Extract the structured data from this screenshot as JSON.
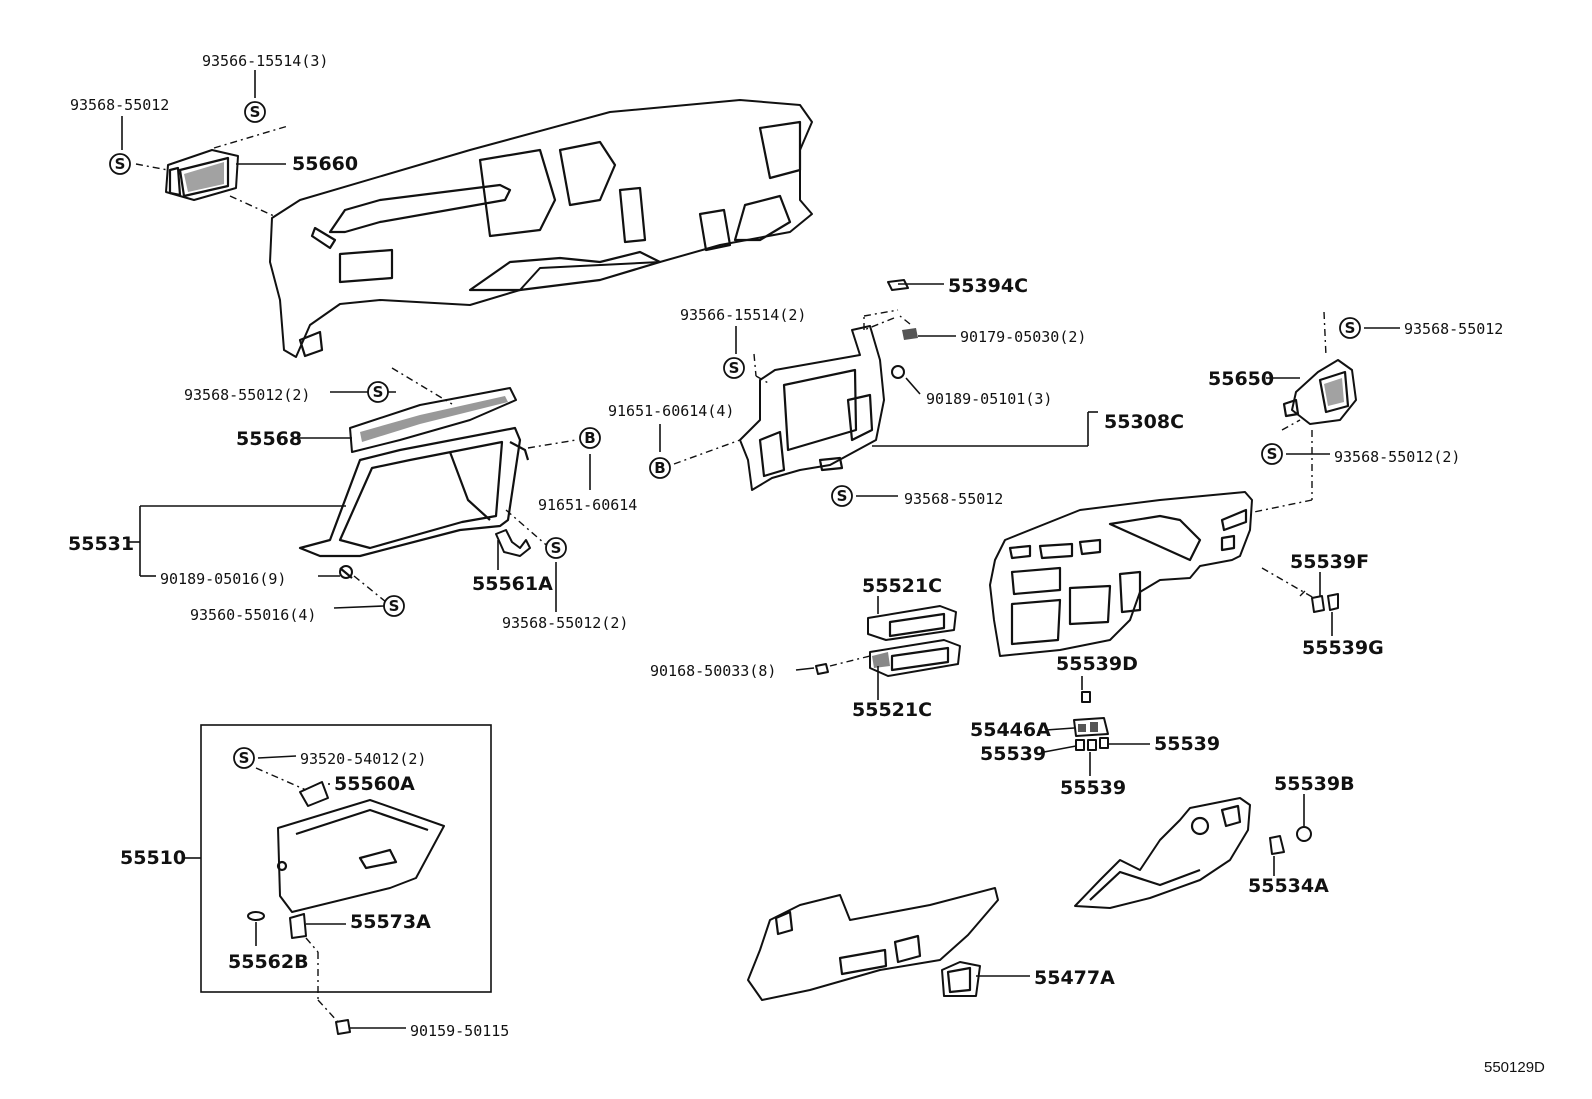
{
  "diagram_code": "550129D",
  "labels": {
    "l_93566_15514_3": "93566-15514(3)",
    "l_93568_55012_a": "93568-55012",
    "l_55660": "55660",
    "l_55394c": "55394C",
    "l_93566_15514_2": "93566-15514(2)",
    "l_90179_05030_2": "90179-05030(2)",
    "l_93568_55012_b": "93568-55012",
    "l_55650": "55650",
    "l_90189_05101_3": "90189-05101(3)",
    "l_55308c": "55308C",
    "l_91651_60614_4": "91651-60614(4)",
    "l_93568_55012_2a": "93568-55012(2)",
    "l_55568": "55568",
    "l_91651_60614": "91651-60614",
    "l_93568_55012_c": "93568-55012",
    "l_93568_55012_2b": "93568-55012(2)",
    "l_55531": "55531",
    "l_90189_05016_9": "90189-05016(9)",
    "l_55561a": "55561A",
    "l_93560_55016_4": "93560-55016(4)",
    "l_93568_55012_2c": "93568-55012(2)",
    "l_55539f": "55539F",
    "l_55539g": "55539G",
    "l_55521c_a": "55521C",
    "l_90168_50033_8": "90168-50033(8)",
    "l_55521c_b": "55521C",
    "l_55539d": "55539D",
    "l_55446a": "55446A",
    "l_55539_a": "55539",
    "l_55539_b": "55539",
    "l_55539_c": "55539",
    "l_55539b": "55539B",
    "l_55534a": "55534A",
    "l_93520_54012_2": "93520-54012(2)",
    "l_55560a": "55560A",
    "l_55510": "55510",
    "l_55573a": "55573A",
    "l_55562b": "55562B",
    "l_55477a": "55477A",
    "l_90159_50115": "90159-50115"
  },
  "symbols": {
    "s_letter": "S",
    "b_letter": "B"
  }
}
